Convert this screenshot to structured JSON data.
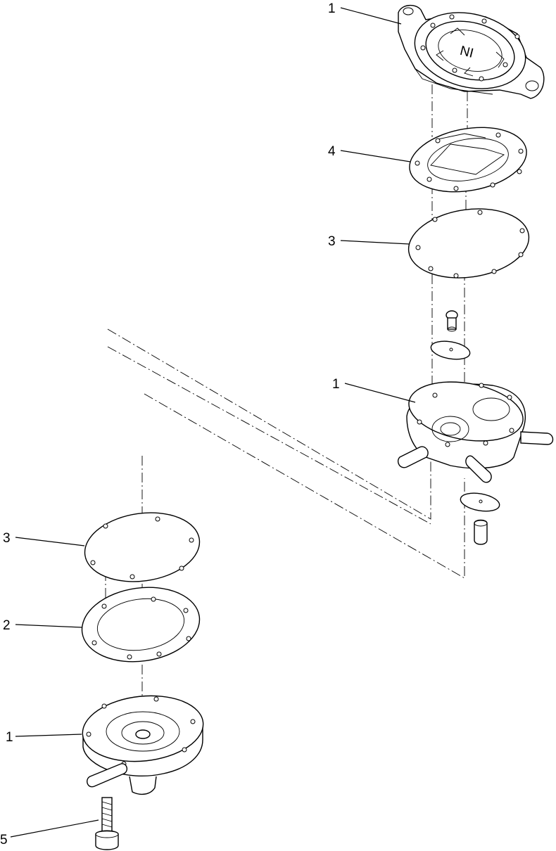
{
  "callouts": {
    "top_housing": "1",
    "valve_gasket_upper": "4",
    "diaphragm_upper": "3",
    "center_body": "1",
    "diaphragm_lower": "3",
    "gasket_lower": "2",
    "base_cover": "1",
    "screw": "5"
  }
}
